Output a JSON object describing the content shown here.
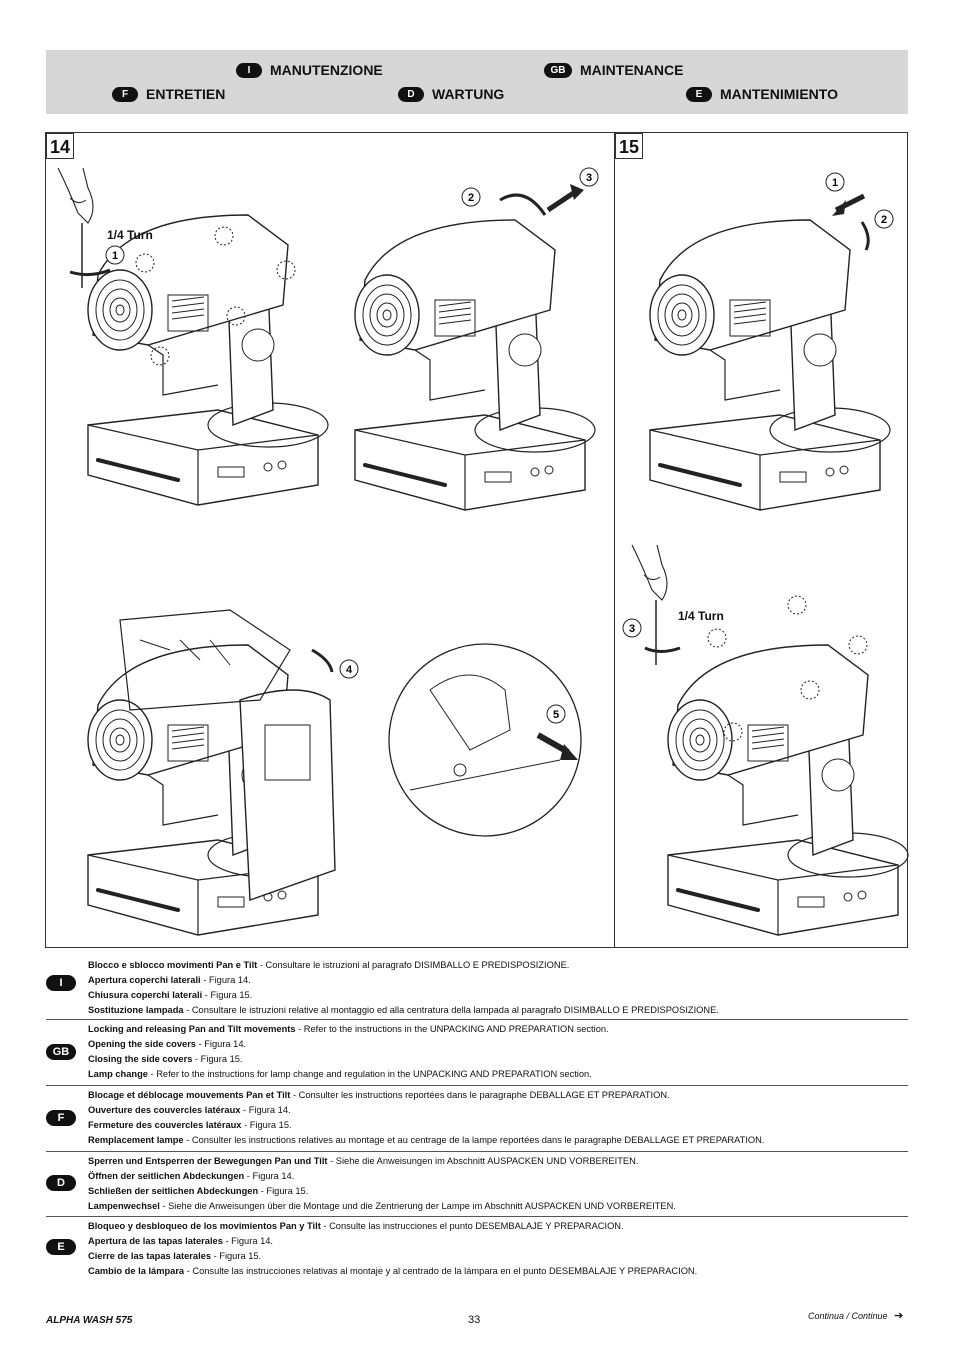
{
  "header": {
    "row1": [
      {
        "code": "I",
        "label": "MANUTENZIONE"
      },
      {
        "code": "GB",
        "label": "MAINTENANCE"
      }
    ],
    "row2": [
      {
        "code": "F",
        "label": "ENTRETIEN"
      },
      {
        "code": "D",
        "label": "WARTUNG"
      },
      {
        "code": "E",
        "label": "MANTENIMIENTO"
      }
    ]
  },
  "figures": {
    "fig14": {
      "number": "14",
      "turn_label": "1/4 Turn",
      "callouts": [
        "1",
        "2",
        "3",
        "4",
        "5"
      ]
    },
    "fig15": {
      "number": "15",
      "turn_label": "1/4 Turn",
      "callouts": [
        "1",
        "2",
        "3"
      ]
    }
  },
  "sections": [
    {
      "code": "I",
      "lines": [
        {
          "bold": "Blocco e sblocco movimenti Pan e Tilt",
          "text": "  - Consultare le istruzioni al paragrafo DISIMBALLO E PREDISPOSIZIONE."
        },
        {
          "bold": "Apertura coperchi laterali",
          "text": " - Figura 14."
        },
        {
          "bold": "Chiusura coperchi laterali",
          "text": " - Figura 15."
        },
        {
          "bold": "Sostituzione lampada",
          "text": " - Consultare le istruzioni relative al montaggio ed alla centratura della lampada al paragrafo DISIMBALLO E PREDISPOSIZIONE."
        }
      ]
    },
    {
      "code": "GB",
      "lines": [
        {
          "bold": "Locking and releasing Pan and Tilt movements",
          "text": " - Refer to the instructions in the UNPACKING AND PREPARATION section."
        },
        {
          "bold": "Opening the side covers",
          "text": " - Figura 14."
        },
        {
          "bold": "Closing the side covers",
          "text": " - Figura 15."
        },
        {
          "bold": "Lamp change",
          "text": " - Refer to the instructions for lamp change and regulation in the UNPACKING AND PREPARATION section."
        }
      ]
    },
    {
      "code": "F",
      "lines": [
        {
          "bold": "Blocage et déblocage mouvements Pan et Tilt",
          "text": "  - Consulter les instructions reportées dans le paragraphe DEBALLAGE ET PREPARATION."
        },
        {
          "bold": "Ouverture des couvercles latéraux",
          "text": " - Figura 14."
        },
        {
          "bold": "Fermeture des couvercles latéraux",
          "text": " - Figura 15."
        },
        {
          "bold": "Remplacement lampe",
          "text": " - Consulter les instructions relatives au montage et au centrage de la lampe reportées dans le paragraphe DEBALLAGE ET PREPARATION."
        }
      ]
    },
    {
      "code": "D",
      "lines": [
        {
          "bold": "Sperren und Entsperren der Bewegungen Pan und Tilt",
          "text": "  - Siehe die Anweisungen im Abschnitt AUSPACKEN UND VORBEREITEN."
        },
        {
          "bold": "Öffnen der seitlichen Abdeckungen",
          "text": " - Figura 14."
        },
        {
          "bold": "Schließen der seitlichen Abdeckungen",
          "text": " - Figura 15."
        },
        {
          "bold": "Lampenwechsel",
          "text": " - Siehe die Anweisungen über die Montage und die Zentrierung der Lampe im Abschnitt AUSPACKEN UND VORBEREITEN."
        }
      ]
    },
    {
      "code": "E",
      "lines": [
        {
          "bold": "Bloqueo y desbloqueo de los movimientos Pan y Tilt",
          "text": " - Consulte las instrucciones el punto DESEMBALAJE Y PREPARACION."
        },
        {
          "bold": "Apertura de las tapas laterales",
          "text": " - Figura 14."
        },
        {
          "bold": "Cierre de las tapas laterales",
          "text": " - Figura 15."
        },
        {
          "bold": "Cambio de la lámpara",
          "text": " - Consulte las instrucciones relativas al montaje y al centrado de la lámpara en el punto DESEMBALAJE Y PREPARACION."
        }
      ]
    }
  ],
  "footer": {
    "product": "ALPHA WASH 575",
    "page": "33",
    "continue": "Continua / Continue",
    "arrow": "➔"
  }
}
